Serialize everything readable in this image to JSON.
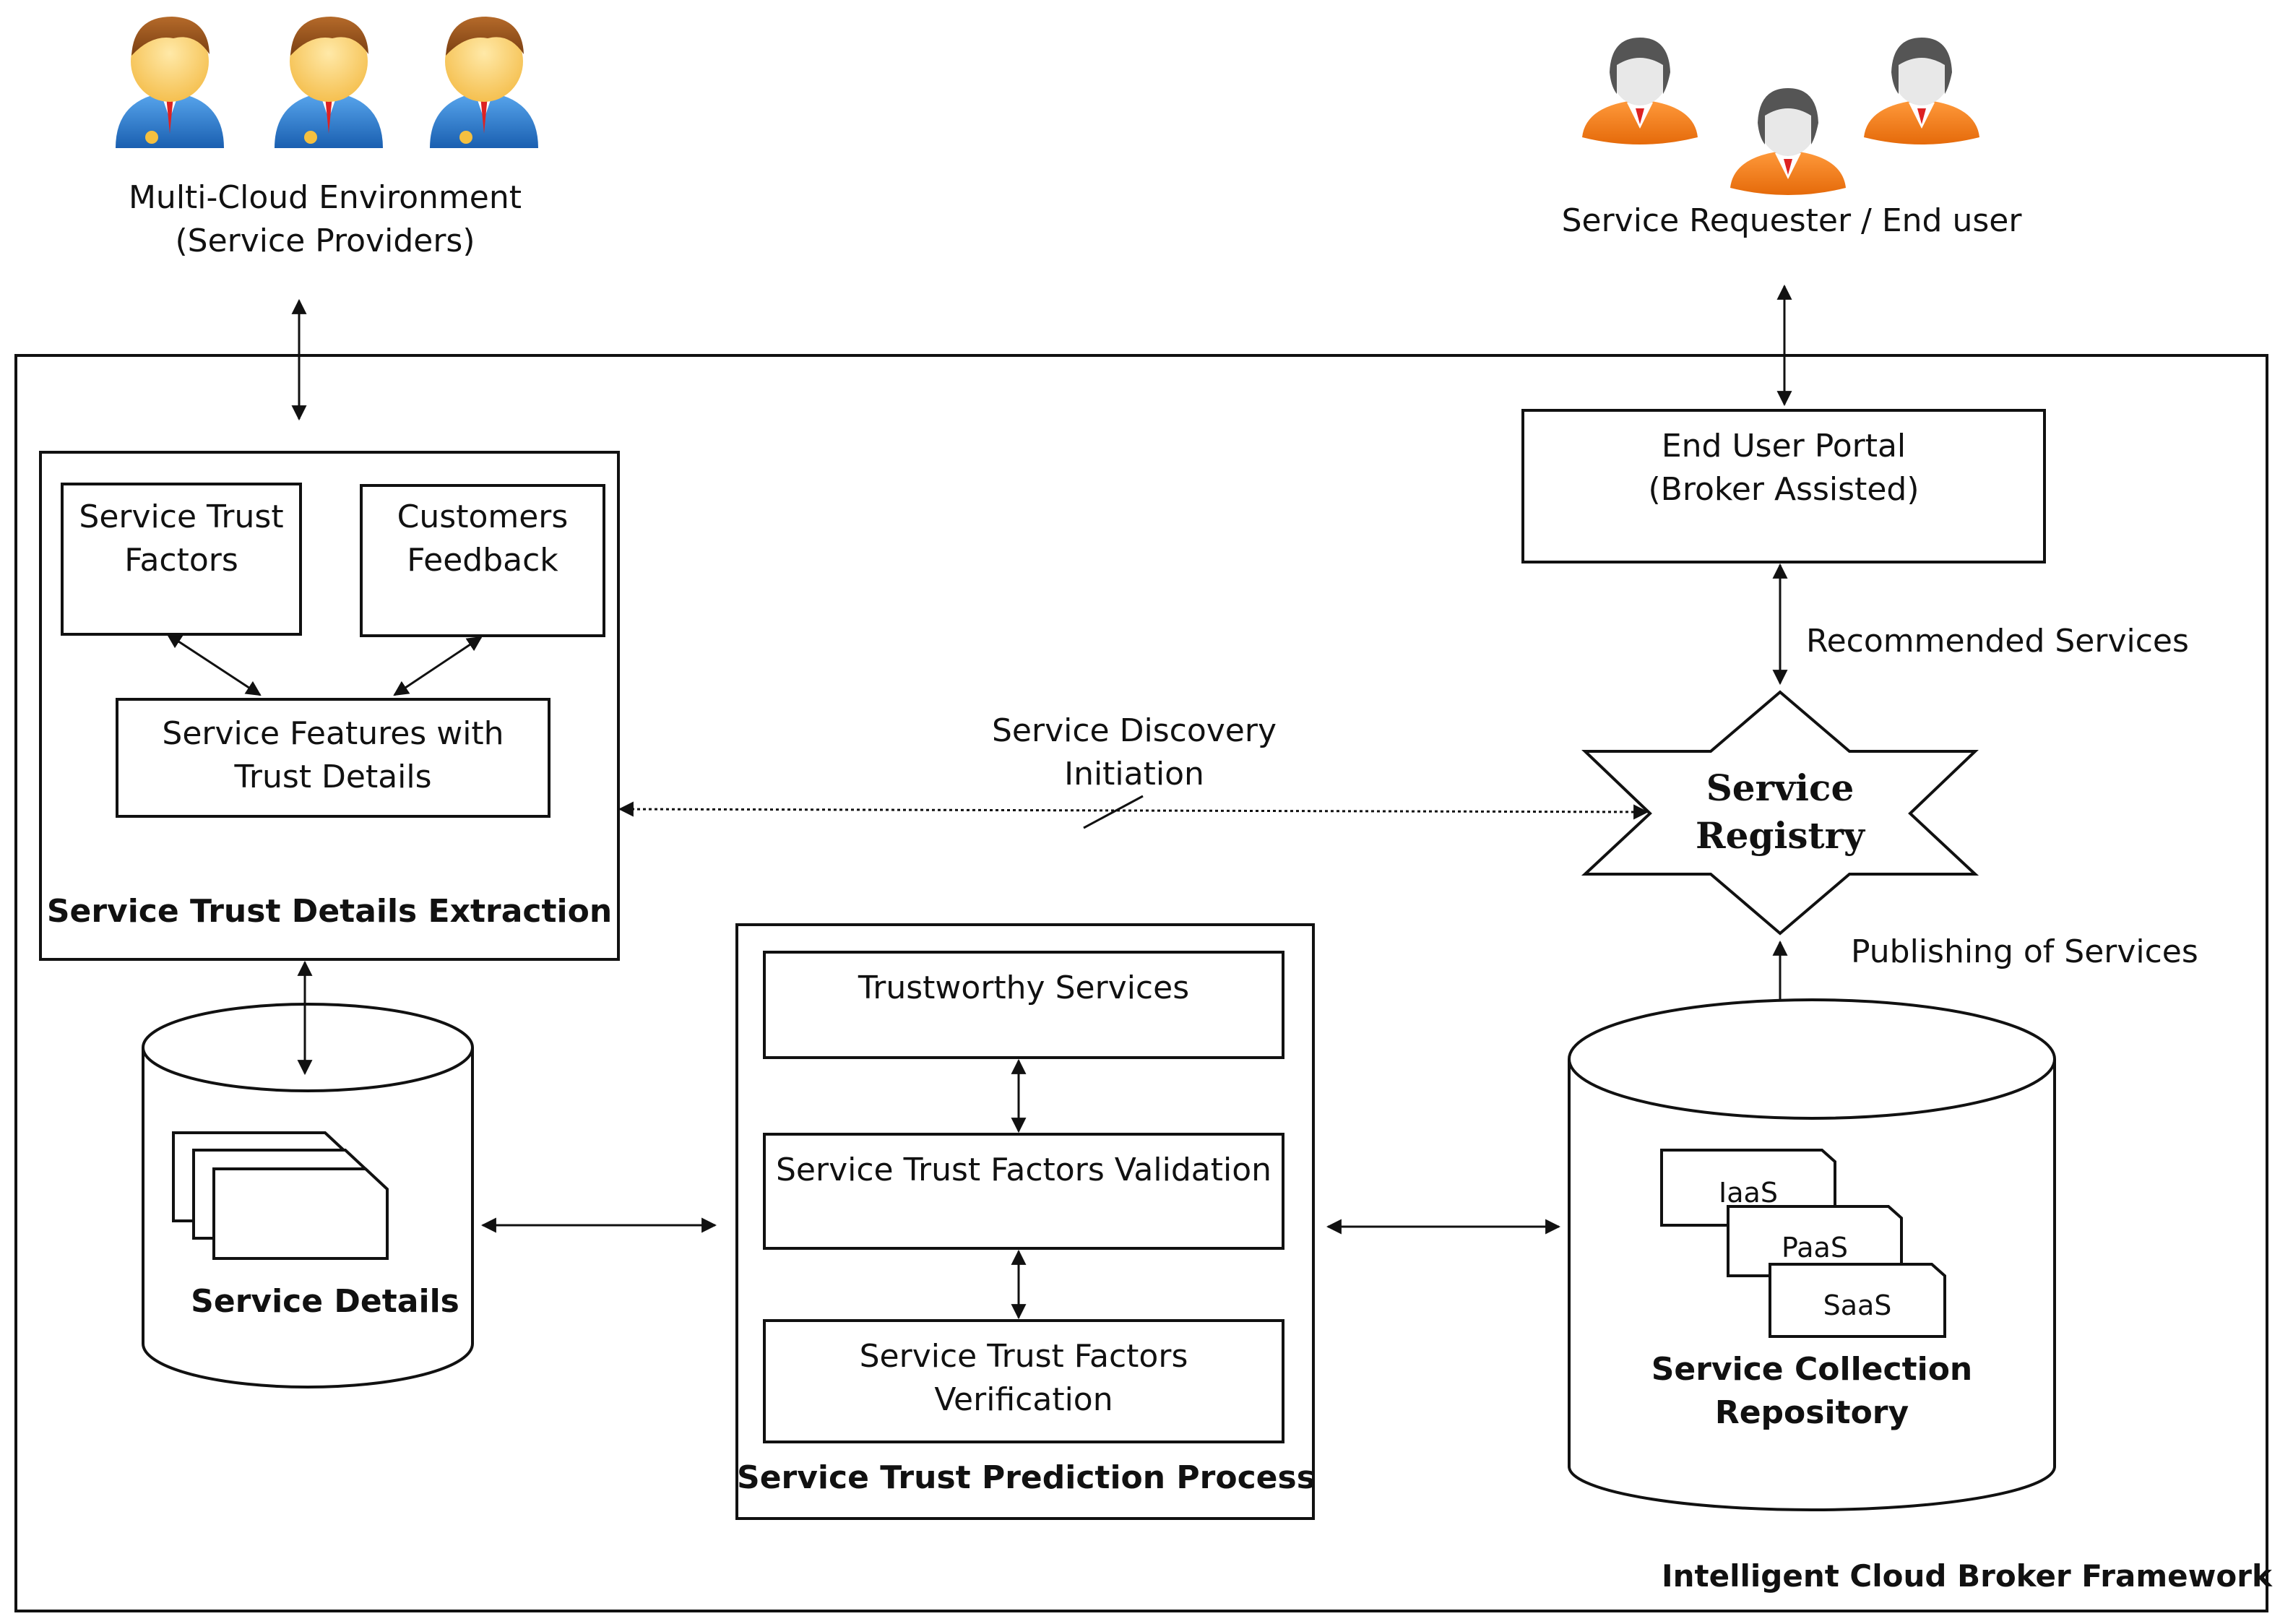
{
  "actors": {
    "providers": {
      "label_line1": "Multi-Cloud Environment",
      "label_line2": "(Service Providers)",
      "icon": "business-person-icon",
      "color": "#1e73c8"
    },
    "requesters": {
      "label": "Service Requester / End user",
      "icon": "user-headset-icon",
      "color": "#f07a1a"
    }
  },
  "framework": {
    "label": "Intelligent Cloud Broker Framework"
  },
  "extraction": {
    "title": "Service Trust Details Extraction",
    "trust_factors_line1": "Service Trust",
    "trust_factors_line2": "Factors",
    "feedback_line1": "Customers",
    "feedback_line2": "Feedback",
    "features_line1": "Service Features with",
    "features_line2": "Trust Details"
  },
  "portal": {
    "line1": "End User Portal",
    "line2": "(Broker Assisted)"
  },
  "registry": {
    "line1": "Service",
    "line2": "Registry"
  },
  "flows": {
    "recommended": "Recommended Services",
    "discovery_line1": "Service Discovery",
    "discovery_line2": "Initiation",
    "publishing": "Publishing of Services"
  },
  "service_details": {
    "label": "Service Details"
  },
  "prediction": {
    "title": "Service Trust Prediction Process",
    "trustworthy": "Trustworthy Services",
    "validation": "Service Trust Factors Validation",
    "verification_line1": "Service Trust Factors",
    "verification_line2": "Verification"
  },
  "collection": {
    "label_line1": "Service Collection",
    "label_line2": "Repository",
    "iaas": "IaaS",
    "paas": "PaaS",
    "saas": "SaaS"
  }
}
